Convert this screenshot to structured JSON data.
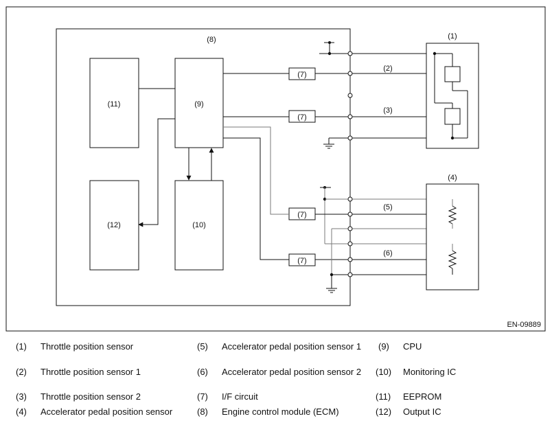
{
  "diagram": {
    "frame_code": "EN-09889",
    "labels": {
      "ecm": "(8)",
      "eeprom": "(11)",
      "cpu": "(9)",
      "output_ic": "(12)",
      "monitoring_ic": "(10)",
      "if_circuit": "(7)",
      "throttle_sensor": "(1)",
      "throttle_sensor_1": "(2)",
      "throttle_sensor_2": "(3)",
      "accel_sensor": "(4)",
      "accel_sensor_1": "(5)",
      "accel_sensor_2": "(6)"
    }
  },
  "legend": {
    "items": [
      {
        "num": "(1)",
        "text": "Throttle position sensor"
      },
      {
        "num": "(2)",
        "text": "Throttle position sensor 1"
      },
      {
        "num": "(3)",
        "text": "Throttle position sensor 2"
      },
      {
        "num": "(4)",
        "text": "Accelerator pedal position sensor"
      },
      {
        "num": "(5)",
        "text": "Accelerator pedal position sensor 1"
      },
      {
        "num": "(6)",
        "text": "Accelerator pedal position sensor 2"
      },
      {
        "num": "(7)",
        "text": "I/F circuit"
      },
      {
        "num": "(8)",
        "text": "Engine control module (ECM)"
      },
      {
        "num": "(9)",
        "text": "CPU"
      },
      {
        "num": "(10)",
        "text": "Monitoring IC"
      },
      {
        "num": "(11)",
        "text": "EEPROM"
      },
      {
        "num": "(12)",
        "text": "Output IC"
      }
    ]
  }
}
